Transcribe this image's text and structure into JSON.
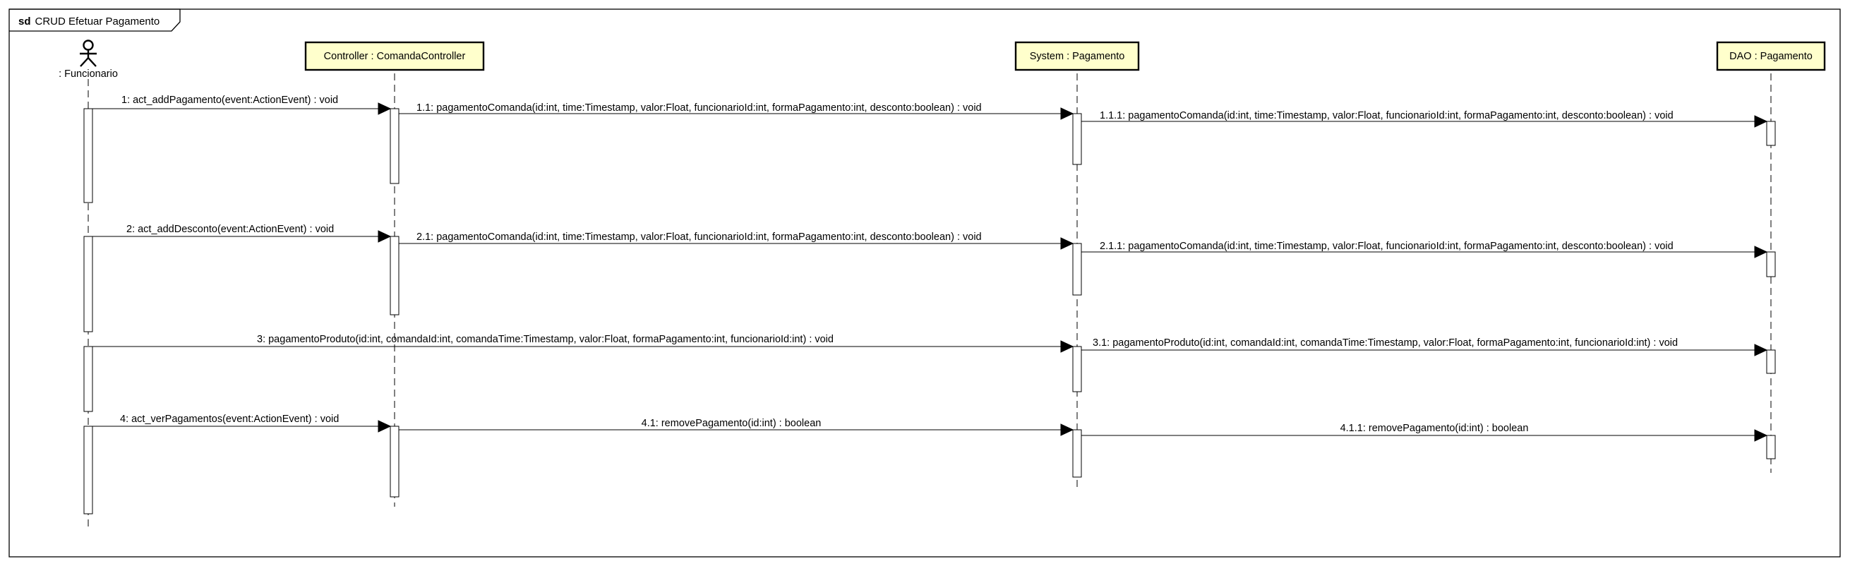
{
  "frame": {
    "keyword": "sd",
    "title": "CRUD Efetuar Pagamento"
  },
  "colors": {
    "participant_fill": "#ffffcc",
    "line": "#000000",
    "background": "#ffffff"
  },
  "participants": [
    {
      "id": "funcionario",
      "kind": "actor",
      "label": ": Funcionario",
      "icon": "stick-figure-icon"
    },
    {
      "id": "controller",
      "kind": "object",
      "label": "Controller : ComandaController"
    },
    {
      "id": "system",
      "kind": "object",
      "label": "System : Pagamento"
    },
    {
      "id": "dao",
      "kind": "object",
      "label": "DAO : Pagamento"
    }
  ],
  "messages": [
    {
      "from": "funcionario",
      "to": "controller",
      "label": "1: act_addPagamento(event:ActionEvent) : void"
    },
    {
      "from": "controller",
      "to": "system",
      "label": "1.1: pagamentoComanda(id:int, time:Timestamp, valor:Float, funcionarioId:int, formaPagamento:int, desconto:boolean) : void"
    },
    {
      "from": "system",
      "to": "dao",
      "label": "1.1.1: pagamentoComanda(id:int, time:Timestamp, valor:Float, funcionarioId:int, formaPagamento:int, desconto:boolean) : void"
    },
    {
      "from": "funcionario",
      "to": "controller",
      "label": "2: act_addDesconto(event:ActionEvent) : void"
    },
    {
      "from": "controller",
      "to": "system",
      "label": "2.1: pagamentoComanda(id:int, time:Timestamp, valor:Float, funcionarioId:int, formaPagamento:int, desconto:boolean) : void"
    },
    {
      "from": "system",
      "to": "dao",
      "label": "2.1.1: pagamentoComanda(id:int, time:Timestamp, valor:Float, funcionarioId:int, formaPagamento:int, desconto:boolean) : void"
    },
    {
      "from": "funcionario",
      "to": "system",
      "label": "3: pagamentoProduto(id:int, comandaId:int, comandaTime:Timestamp, valor:Float, formaPagamento:int, funcionarioId:int) : void"
    },
    {
      "from": "system",
      "to": "dao",
      "label": "3.1: pagamentoProduto(id:int, comandaId:int, comandaTime:Timestamp, valor:Float, formaPagamento:int, funcionarioId:int) : void"
    },
    {
      "from": "funcionario",
      "to": "controller",
      "label": "4: act_verPagamentos(event:ActionEvent) : void"
    },
    {
      "from": "controller",
      "to": "system",
      "label": "4.1: removePagamento(id:int) : boolean"
    },
    {
      "from": "system",
      "to": "dao",
      "label": "4.1.1: removePagamento(id:int) : boolean"
    }
  ]
}
